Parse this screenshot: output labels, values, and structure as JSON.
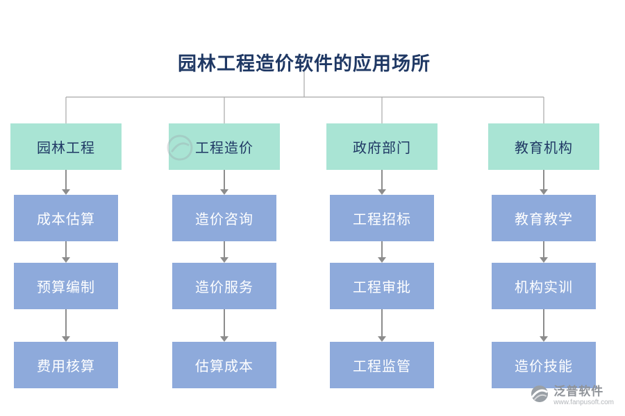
{
  "title": "园林工程造价软件的应用场所",
  "colors": {
    "title_color": "#1f3864",
    "top_box_bg": "#a9e4d4",
    "top_box_text": "#1f3864",
    "item_box_bg": "#8eaadb",
    "item_box_text": "#ffffff",
    "connector": "#a8a8a8",
    "arrow": "#8c8c8c"
  },
  "columns": [
    {
      "header": "园林工程",
      "items": [
        "成本估算",
        "预算编制",
        "费用核算"
      ]
    },
    {
      "header": "工程造价",
      "items": [
        "造价咨询",
        "造价服务",
        "估算成本"
      ]
    },
    {
      "header": "政府部门",
      "items": [
        "工程招标",
        "工程审批",
        "工程监管"
      ]
    },
    {
      "header": "教育机构",
      "items": [
        "教育教学",
        "机构实训",
        "造价技能"
      ]
    }
  ],
  "watermark": {
    "brand": "泛普软件",
    "url": "www.fanpusoft.com"
  }
}
